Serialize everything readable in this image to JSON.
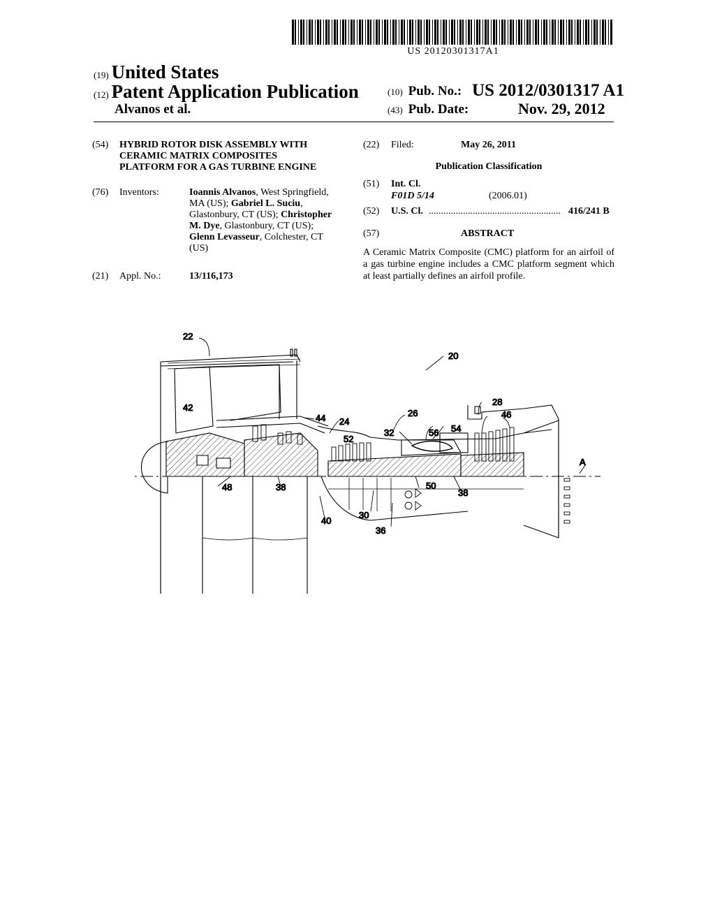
{
  "barcode_text": "US 20120301317A1",
  "header": {
    "code_19": "(19)",
    "country": "United States",
    "code_12": "(12)",
    "pub_type": "Patent Application Publication",
    "authors": "Alvanos et al.",
    "code_10": "(10)",
    "pub_no_label": "Pub. No.:",
    "pub_no_value": "US 2012/0301317 A1",
    "code_43": "(43)",
    "pub_date_label": "Pub. Date:",
    "pub_date_value": "Nov. 29, 2012"
  },
  "left": {
    "title_code": "(54)",
    "title_line1": "HYBRID ROTOR DISK ASSEMBLY WITH",
    "title_line2": "CERAMIC MATRIX COMPOSITES",
    "title_line3": "PLATFORM FOR A GAS TURBINE ENGINE",
    "inventors_code": "(76)",
    "inventors_label": "Inventors:",
    "inv_l1_name": "Ioannis Alvanos",
    "inv_l1_rest": ", West Springfield,",
    "inv_l2_pre": "MA (US); ",
    "inv_l2_name": "Gabriel L. Suciu",
    "inv_l2_rest": ",",
    "inv_l3_pre": "Glastonbury, CT (US); ",
    "inv_l3_name": "Christopher",
    "inv_l4_name": "M. Dye",
    "inv_l4_rest": ", Glastonbury, CT (US);",
    "inv_l5_name": "Glenn Levasseur",
    "inv_l5_rest": ", Colchester, CT",
    "inv_l6": "(US)",
    "appl_code": "(21)",
    "appl_label": "Appl. No.:",
    "appl_value": "13/116,173"
  },
  "right": {
    "filed_code": "(22)",
    "filed_label": "Filed:",
    "filed_value": "May 26, 2011",
    "pub_class_heading": "Publication Classification",
    "intcl_code": "(51)",
    "intcl_label": "Int. Cl.",
    "intcl_class": "F01D 5/14",
    "intcl_year": "(2006.01)",
    "uscl_code": "(52)",
    "uscl_label": "U.S. Cl.",
    "uscl_dots": "......................................................",
    "uscl_value": "416/241 B",
    "abstract_code": "(57)",
    "abstract_heading": "ABSTRACT",
    "abstract_text": "A Ceramic Matrix Composite (CMC) platform for an airfoil of a gas turbine engine includes a CMC platform segment which at least partially defines an airfoil profile."
  },
  "figure_labels": {
    "l20": "20",
    "l22": "22",
    "l24": "24",
    "l26": "26",
    "l28": "28",
    "l30": "30",
    "l32": "32",
    "l36": "36",
    "l38a": "38",
    "l38b": "38",
    "l40": "40",
    "l42": "42",
    "l44": "44",
    "l46": "46",
    "l48": "48",
    "l50": "50",
    "l52": "52",
    "l54": "54",
    "l56": "56",
    "lA": "A"
  }
}
